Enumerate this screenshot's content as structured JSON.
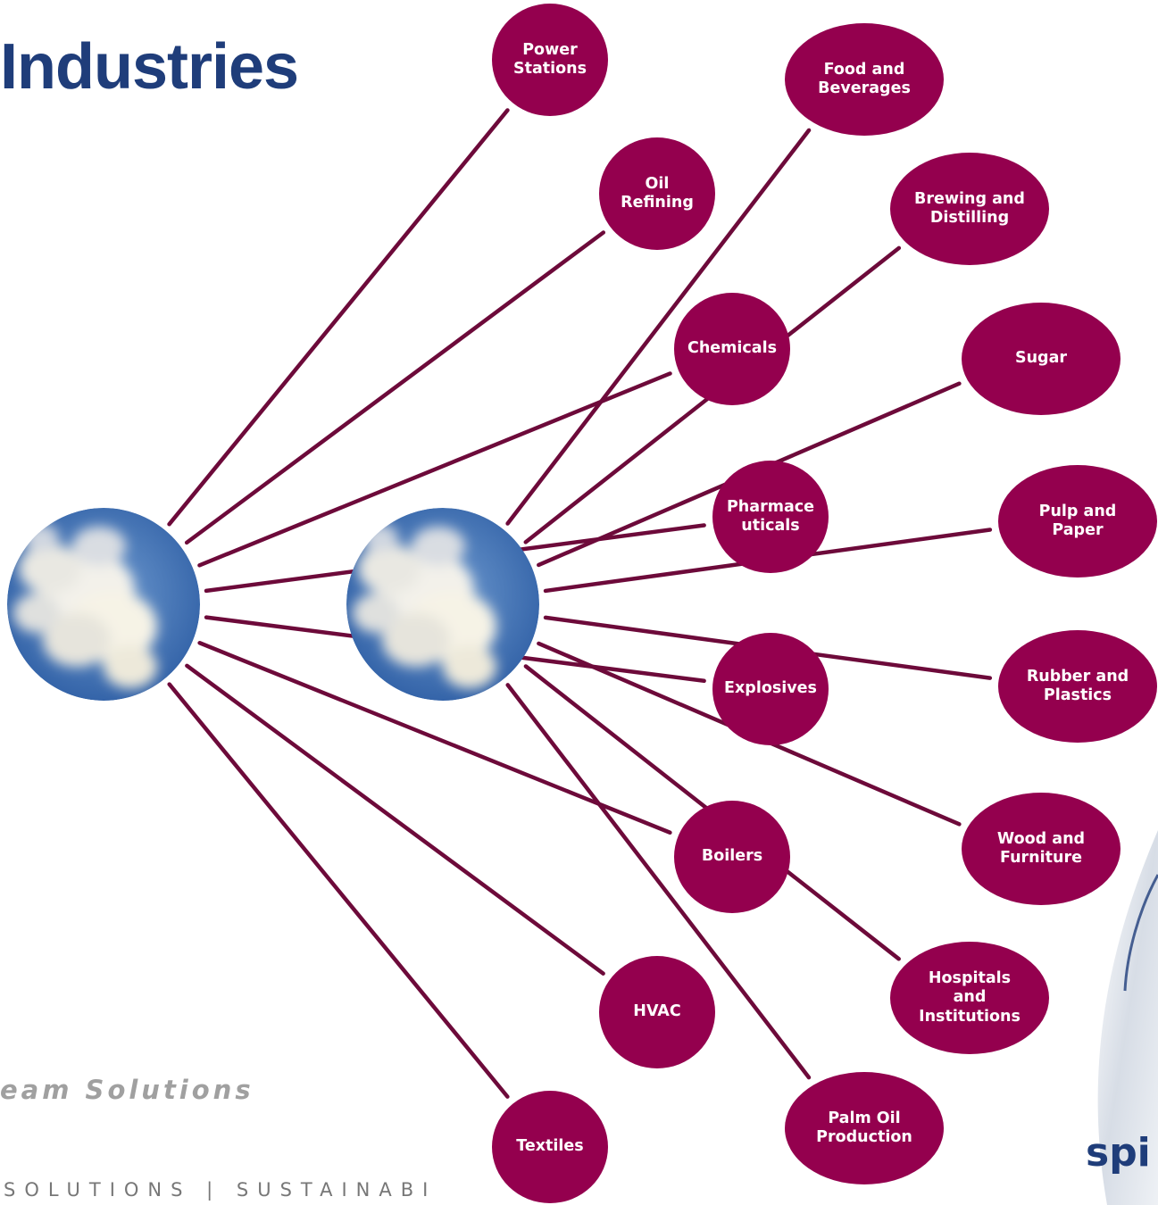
{
  "slide": {
    "title": "Industries",
    "tagline": "eam Solutions",
    "footer_words": "SOLUTIONS | SUSTAINABI",
    "brand": "spi"
  },
  "colors": {
    "node_fill": "#94004e",
    "line": "#6d0a3a",
    "title": "#1f3d7a",
    "sky": "#3e6fb3"
  },
  "hubs": [
    {
      "id": "hub-left",
      "name": "steam-photo-left"
    },
    {
      "id": "hub-right",
      "name": "steam-photo-right"
    }
  ],
  "nodes": [
    {
      "id": "power-stations",
      "label": "Power\nStations"
    },
    {
      "id": "oil-refining",
      "label": "Oil\nRefining"
    },
    {
      "id": "chemicals",
      "label": "Chemicals"
    },
    {
      "id": "pharmaceuticals",
      "label": "Pharmace\nuticals"
    },
    {
      "id": "explosives",
      "label": "Explosives"
    },
    {
      "id": "boilers",
      "label": "Boilers"
    },
    {
      "id": "hvac",
      "label": "HVAC"
    },
    {
      "id": "textiles",
      "label": "Textiles"
    },
    {
      "id": "food-and-beverages",
      "label": "Food and\nBeverages"
    },
    {
      "id": "brewing-and-distilling",
      "label": "Brewing and\nDistilling"
    },
    {
      "id": "sugar",
      "label": "Sugar"
    },
    {
      "id": "pulp-and-paper",
      "label": "Pulp and\nPaper"
    },
    {
      "id": "rubber-and-plastics",
      "label": "Rubber and\nPlastics"
    },
    {
      "id": "wood-and-furniture",
      "label": "Wood and\nFurniture"
    },
    {
      "id": "hospitals-and-institutions",
      "label": "Hospitals\nand\nInstitutions"
    },
    {
      "id": "palm-oil-production",
      "label": "Palm Oil\nProduction"
    }
  ],
  "edges": [
    {
      "from": "hub-left",
      "to": "power-stations"
    },
    {
      "from": "hub-left",
      "to": "oil-refining"
    },
    {
      "from": "hub-left",
      "to": "chemicals"
    },
    {
      "from": "hub-left",
      "to": "pharmaceuticals"
    },
    {
      "from": "hub-left",
      "to": "explosives"
    },
    {
      "from": "hub-left",
      "to": "boilers"
    },
    {
      "from": "hub-left",
      "to": "hvac"
    },
    {
      "from": "hub-left",
      "to": "textiles"
    },
    {
      "from": "hub-right",
      "to": "food-and-beverages"
    },
    {
      "from": "hub-right",
      "to": "brewing-and-distilling"
    },
    {
      "from": "hub-right",
      "to": "sugar"
    },
    {
      "from": "hub-right",
      "to": "pulp-and-paper"
    },
    {
      "from": "hub-right",
      "to": "rubber-and-plastics"
    },
    {
      "from": "hub-right",
      "to": "wood-and-furniture"
    },
    {
      "from": "hub-right",
      "to": "hospitals-and-institutions"
    },
    {
      "from": "hub-right",
      "to": "palm-oil-production"
    }
  ]
}
